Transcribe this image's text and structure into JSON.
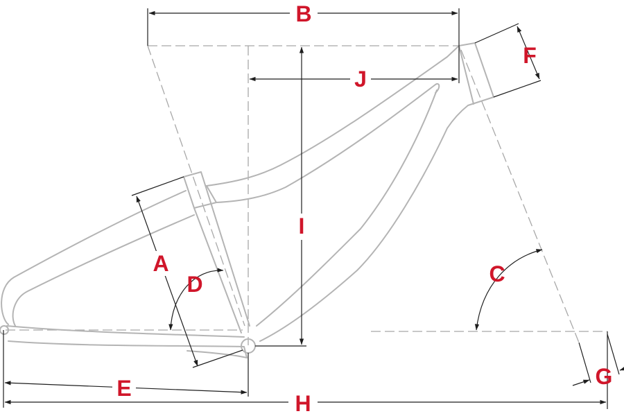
{
  "labels": {
    "A": "A",
    "B": "B",
    "C": "C",
    "D": "D",
    "E": "E",
    "F": "F",
    "G": "G",
    "H": "H",
    "I": "I",
    "J": "J"
  },
  "colors": {
    "label": "#d0162a",
    "frame": "#b4b4b4",
    "reference": "#a8a8a8",
    "dimension": "#1e1e1e",
    "background": "#ffffff"
  }
}
